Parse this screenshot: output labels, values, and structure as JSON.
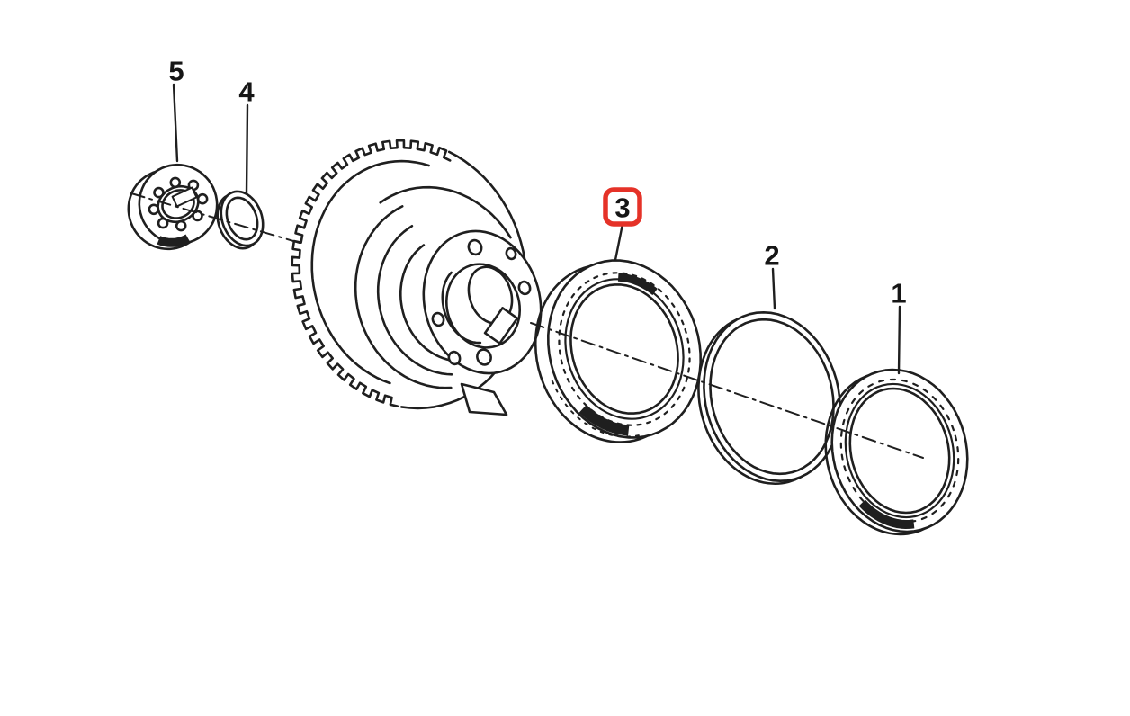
{
  "figure": {
    "type": "exploded-parts-diagram",
    "background_color": "#ffffff",
    "line_color": "#1f1f1f",
    "highlight_color": "#e53228",
    "selected_callout": "3",
    "callouts": [
      {
        "label": "1",
        "highlighted": false
      },
      {
        "label": "2",
        "highlighted": false
      },
      {
        "label": "3",
        "highlighted": true
      },
      {
        "label": "4",
        "highlighted": false
      },
      {
        "label": "5",
        "highlighted": false
      }
    ]
  }
}
